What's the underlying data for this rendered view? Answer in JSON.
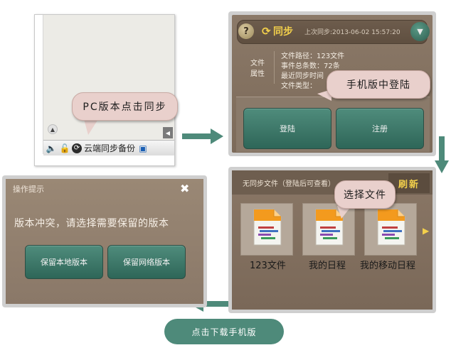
{
  "pc_panel": {
    "taskbar_label": "云端同步备份",
    "bubble_text": "PC版本点击同步",
    "icons": [
      "speaker-icon",
      "lock-icon",
      "sync-icon",
      "monitor-icon"
    ]
  },
  "sync_panel": {
    "help_symbol": "?",
    "title": "同步",
    "last_sync": "上次同步:2013-06-02 15:57:20",
    "file_attr_label": "文件属性",
    "attr_path": "文件路径：123文件",
    "attr_count": "事件总条数：72条",
    "attr_last": "最近同步时间",
    "attr_type": "文件类型：",
    "login_label": "登陆",
    "register_label": "注册",
    "bubble_text": "手机版中登陆"
  },
  "files_panel": {
    "title": "无同步文件（登陆后可查看）",
    "refresh_label": "刷新",
    "bubble_text": "选择文件",
    "files": [
      {
        "name": "123文件"
      },
      {
        "name": "我的日程"
      },
      {
        "name": "我的移动日程"
      }
    ]
  },
  "conflict_panel": {
    "title": "操作提示",
    "message": "版本冲突，请选择需要保留的版本",
    "keep_local_label": "保留本地版本",
    "keep_network_label": "保留网络版本"
  },
  "download_label": "点击下载手机版",
  "colors": {
    "accent_green": "#4e8a7a",
    "panel_brown": "#8a7766",
    "title_yellow": "#f3d04b",
    "bubble_pink": "#e9d0cc"
  }
}
